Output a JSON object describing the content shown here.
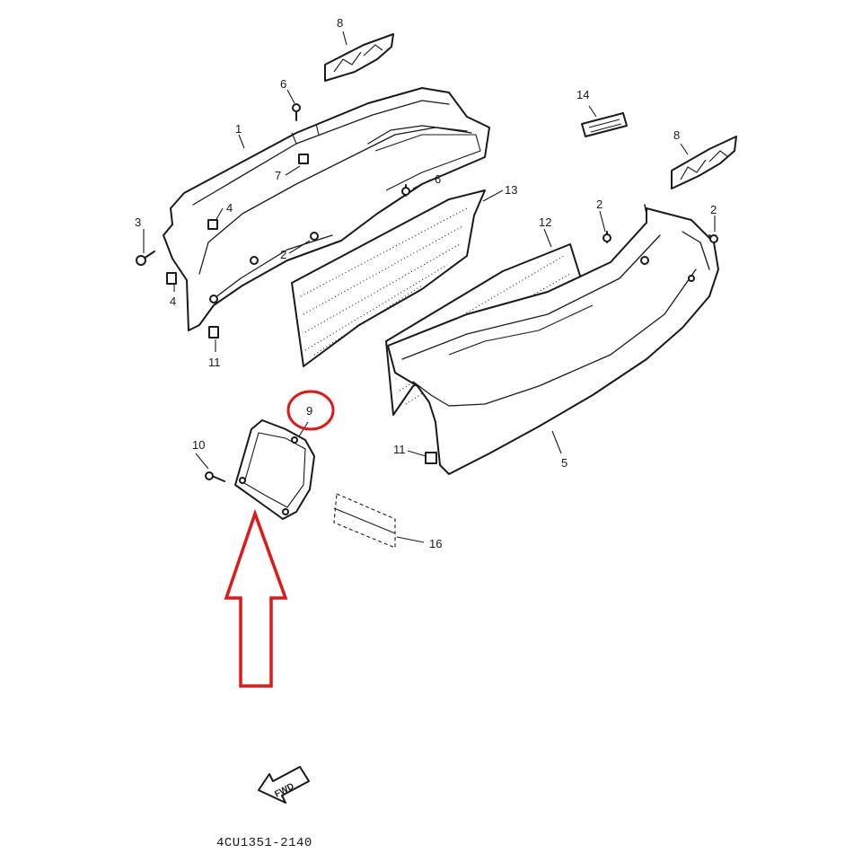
{
  "diagram": {
    "part_labels": [
      {
        "id": "1",
        "text": "1"
      },
      {
        "id": "2a",
        "text": "2"
      },
      {
        "id": "2b",
        "text": "2"
      },
      {
        "id": "2c",
        "text": "2"
      },
      {
        "id": "3",
        "text": "3"
      },
      {
        "id": "4a",
        "text": "4"
      },
      {
        "id": "4b",
        "text": "4"
      },
      {
        "id": "5",
        "text": "5"
      },
      {
        "id": "6a",
        "text": "6"
      },
      {
        "id": "6b",
        "text": "6"
      },
      {
        "id": "7",
        "text": "7"
      },
      {
        "id": "8a",
        "text": "8"
      },
      {
        "id": "8b",
        "text": "8"
      },
      {
        "id": "9",
        "text": "9"
      },
      {
        "id": "10",
        "text": "10"
      },
      {
        "id": "11a",
        "text": "11"
      },
      {
        "id": "11b",
        "text": "11"
      },
      {
        "id": "12",
        "text": "12"
      },
      {
        "id": "13",
        "text": "13"
      },
      {
        "id": "14",
        "text": "14"
      },
      {
        "id": "16",
        "text": "16"
      }
    ],
    "fwd_label": "FWD",
    "drawing_code": "4CU1351-2140",
    "highlight": {
      "part": "9",
      "color": "#e01818"
    }
  }
}
